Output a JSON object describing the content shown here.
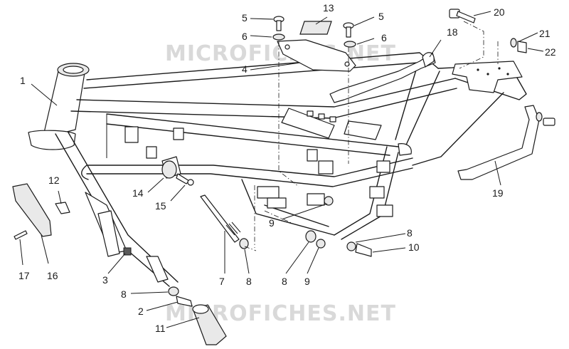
{
  "watermark": {
    "top": "MICROFICHES.NET",
    "bottom": "MICROFICHES.NET"
  },
  "callouts": {
    "c1": "1",
    "c2": "2",
    "c3": "3",
    "c4": "4",
    "c5a": "5",
    "c5b": "5",
    "c6a": "6",
    "c6b": "6",
    "c7": "7",
    "c8a": "8",
    "c8b": "8",
    "c8c": "8",
    "c8d": "8",
    "c9a": "9",
    "c9b": "9",
    "c10": "10",
    "c11": "11",
    "c12": "12",
    "c13": "13",
    "c14": "14",
    "c15": "15",
    "c16": "16",
    "c17": "17",
    "c18": "18",
    "c19": "19",
    "c20": "20",
    "c21": "21",
    "c22": "22"
  }
}
